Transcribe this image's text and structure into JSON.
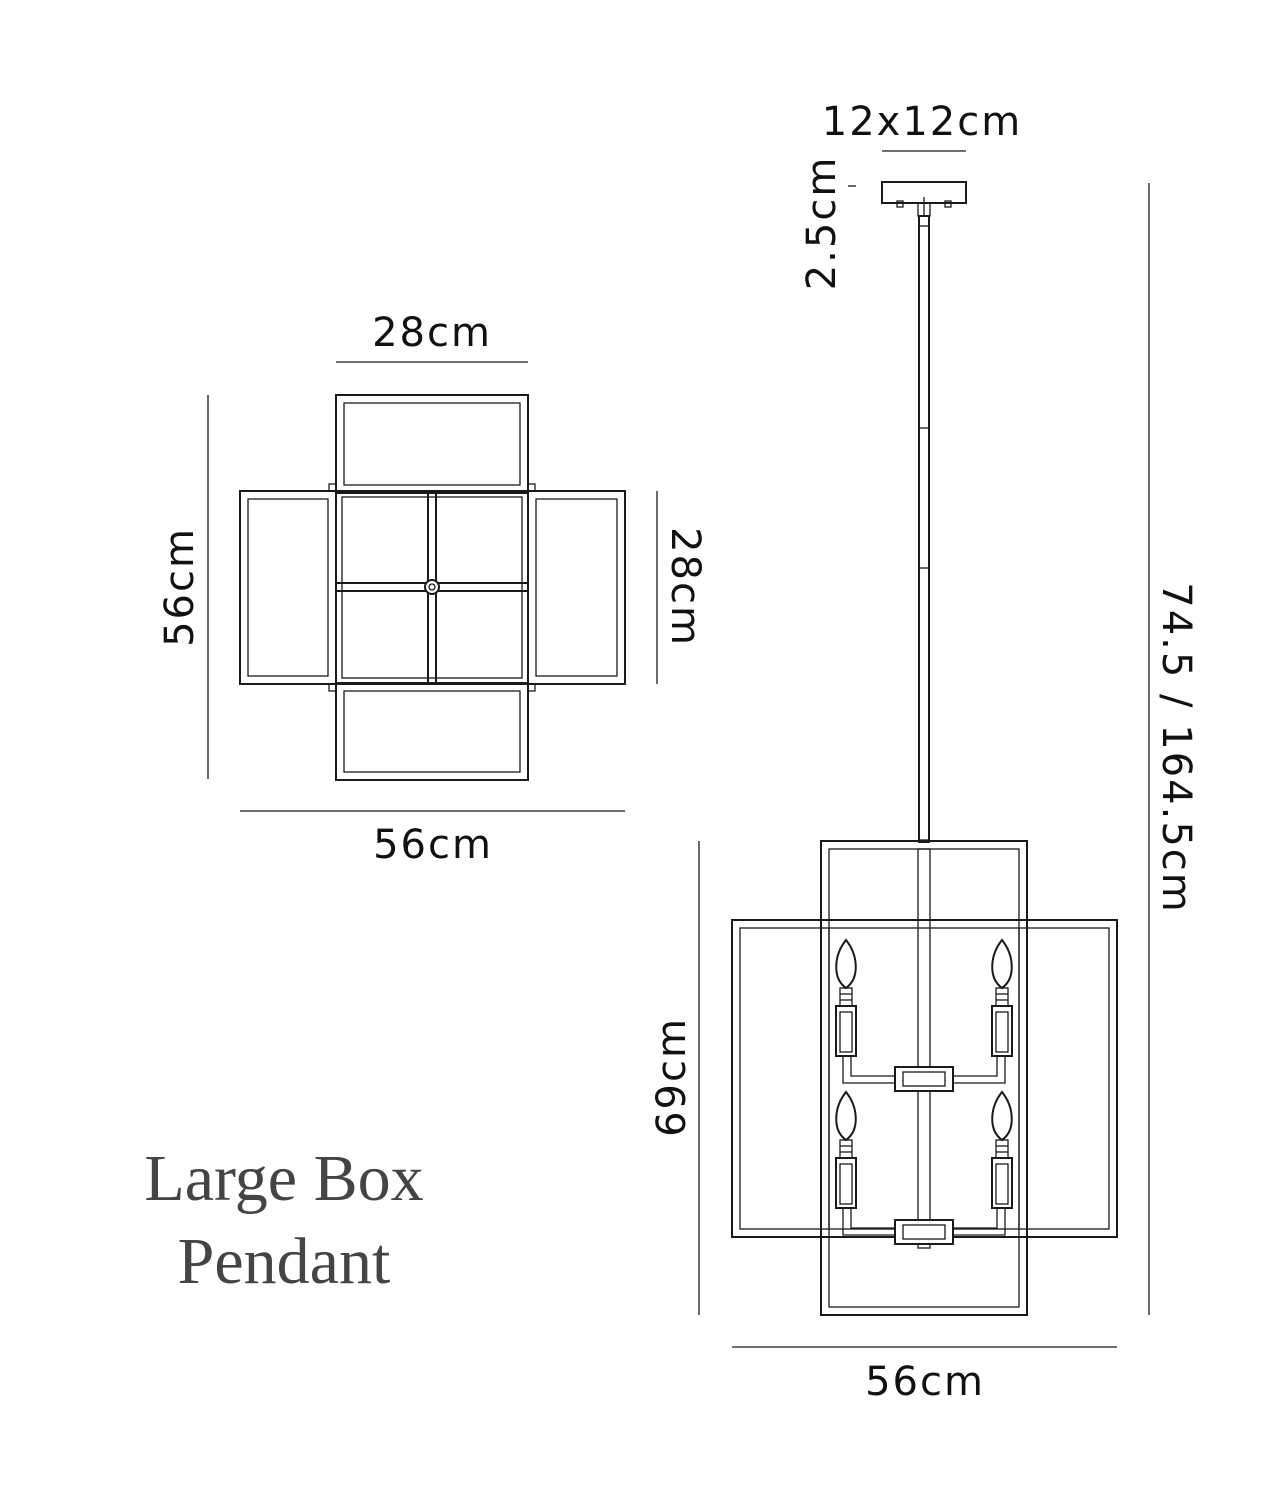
{
  "title": {
    "line1": "Large Box",
    "line2": "Pendant"
  },
  "plan_view": {
    "top_width": "28cm",
    "height": "56cm",
    "right_height": "28cm",
    "bottom_width": "56cm"
  },
  "side_view": {
    "canopy_size": "12x12cm",
    "canopy_height": "2.5cm",
    "overall_drop": "74.5 / 164.5cm",
    "body_height": "69cm",
    "body_width": "56cm"
  },
  "colors": {
    "line": "#1a1a1a",
    "title": "#444444"
  }
}
